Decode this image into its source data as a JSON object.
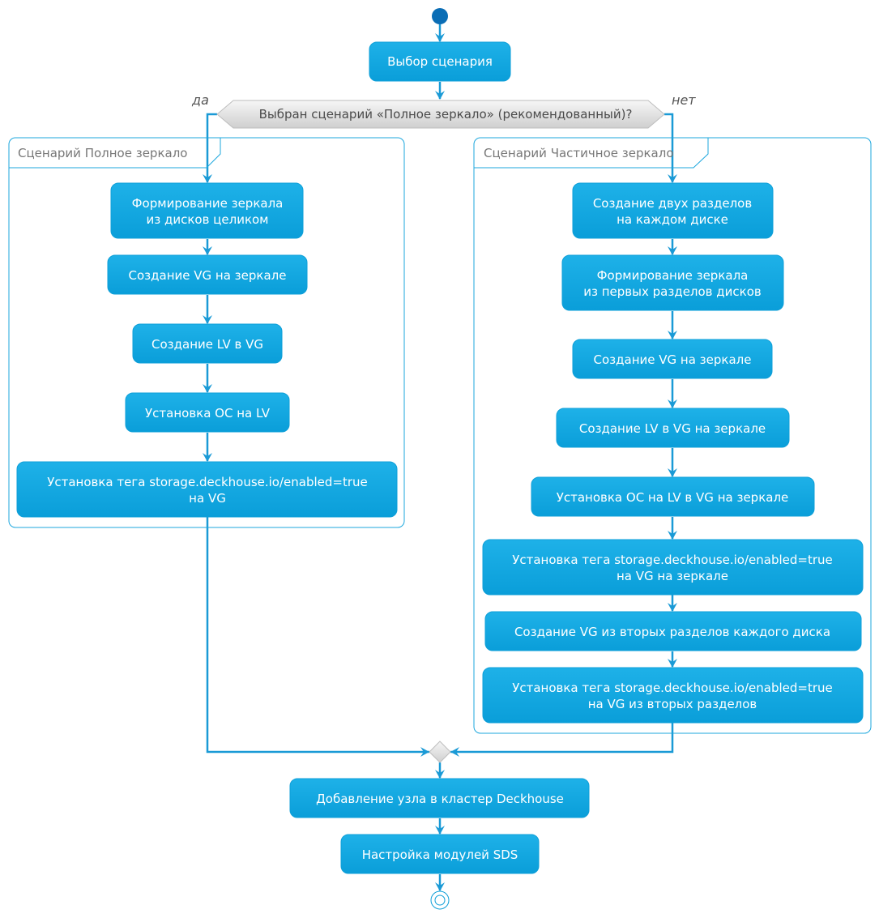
{
  "start": "",
  "actions": {
    "select_scenario": "Выбор сценария",
    "add_node": "Добавление узла в кластер Deckhouse",
    "configure_sds": "Настройка модулей SDS"
  },
  "decision": {
    "question": "Выбран сценарий «Полное зеркало» (рекомендованный)?",
    "yes_label": "да",
    "no_label": "нет"
  },
  "full_mirror": {
    "title": "Сценарий Полное зеркало",
    "steps": [
      {
        "line1": "Формирование зеркала",
        "line2": "из дисков целиком"
      },
      {
        "line1": "Создание VG на зеркале",
        "line2": ""
      },
      {
        "line1": "Создание LV в VG",
        "line2": ""
      },
      {
        "line1": "Установка ОС на LV",
        "line2": ""
      },
      {
        "line1": "Установка тега storage.deckhouse.io/enabled=true",
        "line2": "на VG"
      }
    ]
  },
  "partial_mirror": {
    "title": "Сценарий Частичное зеркало",
    "steps": [
      {
        "line1": "Создание двух разделов",
        "line2": "на каждом диске"
      },
      {
        "line1": "Формирование зеркала",
        "line2": "из первых разделов дисков"
      },
      {
        "line1": "Создание VG на зеркале",
        "line2": ""
      },
      {
        "line1": "Создание LV в VG на зеркале",
        "line2": ""
      },
      {
        "line1": "Установка ОС на LV в VG на зеркале",
        "line2": ""
      },
      {
        "line1": "Установка тега storage.deckhouse.io/enabled=true",
        "line2": "на VG на зеркале"
      },
      {
        "line1": "Создание VG из вторых разделов каждого диска",
        "line2": ""
      },
      {
        "line1": "Установка тега storage.deckhouse.io/enabled=true",
        "line2": "на VG из вторых разделов"
      }
    ]
  },
  "colors": {
    "action_top": "#1EB1E8",
    "action_bottom": "#0A9ED9",
    "flow": "#1A9AD6",
    "start_node": "#0A6DB5",
    "decision_fill": "#E6E6E6"
  }
}
